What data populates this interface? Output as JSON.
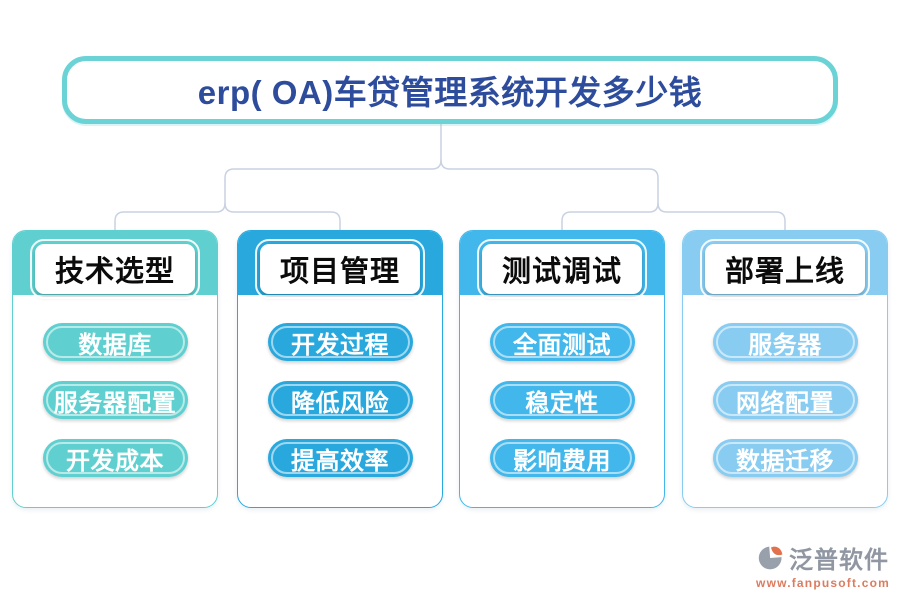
{
  "title": {
    "text": "erp( OA)车贷管理系统开发多少钱"
  },
  "columns": [
    {
      "header": "技术选型",
      "color": "#5FD0CF",
      "items": [
        "数据库",
        "服务器配置",
        "开发成本"
      ]
    },
    {
      "header": "项目管理",
      "color": "#29A8DE",
      "items": [
        "开发过程",
        "降低风险",
        "提高效率"
      ]
    },
    {
      "header": "测试调试",
      "color": "#41B7EB",
      "items": [
        "全面测试",
        "稳定性",
        "影响费用"
      ]
    },
    {
      "header": "部署上线",
      "color": "#88CCF2",
      "items": [
        "服务器",
        "网络配置",
        "数据迁移"
      ]
    }
  ],
  "watermark": {
    "text": "泛普软件"
  },
  "footer": {
    "brand": "泛普软件",
    "url": "www.fanpusoft.com"
  },
  "colors": {
    "title_border": "#6BD3D6",
    "title_text": "#2E4C9C",
    "connector": "#C8D2E2",
    "header_text": "#0b0b0b",
    "pill_text": "#ffffff",
    "brand_text": "#9097A3",
    "brand_url": "#DC7B5F"
  }
}
